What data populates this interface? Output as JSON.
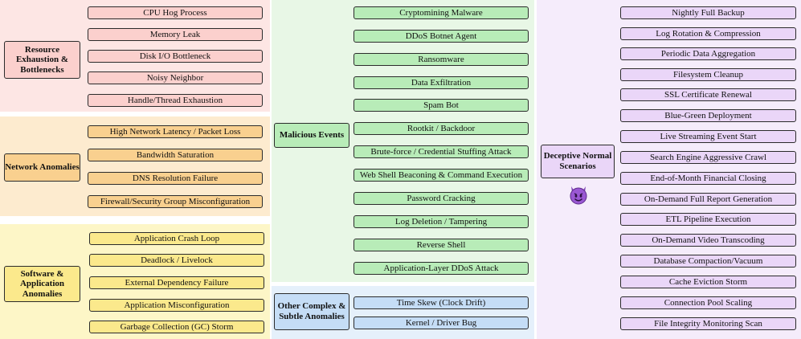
{
  "colors": {
    "resource_bg": "#fde6e4",
    "resource_box": "#fbd0cd",
    "network_bg": "#fdebcf",
    "network_box": "#f9d08f",
    "software_bg": "#fdf6c7",
    "software_box": "#fbe98c",
    "malicious_bg": "#e8f7e6",
    "malicious_box": "#b8ecb8",
    "other_bg": "#e5f0fb",
    "other_box": "#c5ddf6",
    "deceptive_bg": "#f5ecfb",
    "deceptive_box": "#ead6f8"
  },
  "resource": {
    "category": "Resource Exhaustion & Bottlenecks",
    "items": [
      "CPU Hog Process",
      "Memory Leak",
      "Disk I/O Bottleneck",
      "Noisy Neighbor",
      "Handle/Thread Exhaustion"
    ]
  },
  "network": {
    "category": "Network Anomalies",
    "items": [
      "High Network Latency / Packet Loss",
      "Bandwidth Saturation",
      "DNS Resolution Failure",
      "Firewall/Security Group Misconfiguration"
    ]
  },
  "software": {
    "category": "Software & Application Anomalies",
    "items": [
      "Application Crash Loop",
      "Deadlock / Livelock",
      "External Dependency Failure",
      "Application Misconfiguration",
      "Garbage Collection (GC) Storm"
    ]
  },
  "malicious": {
    "category": "Malicious Events",
    "items": [
      "Cryptomining Malware",
      "DDoS Botnet Agent",
      "Ransomware",
      "Data Exfiltration",
      "Spam Bot",
      "Rootkit / Backdoor",
      "Brute-force / Credential Stuffing Attack",
      "Web Shell Beaconing & Command Execution",
      "Password Cracking",
      "Log Deletion / Tampering",
      "Reverse Shell",
      "Application-Layer DDoS Attack"
    ]
  },
  "other": {
    "category": "Other Complex & Subtle Anomalies",
    "items": [
      "Time Skew (Clock Drift)",
      "Kernel / Driver Bug"
    ]
  },
  "deceptive": {
    "category": "Deceptive Normal Scenarios",
    "icon": "smiling-devil-icon",
    "items": [
      "Nightly Full Backup",
      "Log Rotation & Compression",
      "Periodic Data Aggregation",
      "Filesystem Cleanup",
      "SSL Certificate Renewal",
      "Blue-Green Deployment",
      "Live Streaming Event Start",
      "Search Engine Aggressive Crawl",
      "End-of-Month Financial Closing",
      "On-Demand Full Report Generation",
      "ETL Pipeline Execution",
      "On-Demand Video Transcoding",
      "Database Compaction/Vacuum",
      "Cache Eviction Storm",
      "Connection Pool Scaling",
      "File Integrity Monitoring Scan"
    ]
  }
}
